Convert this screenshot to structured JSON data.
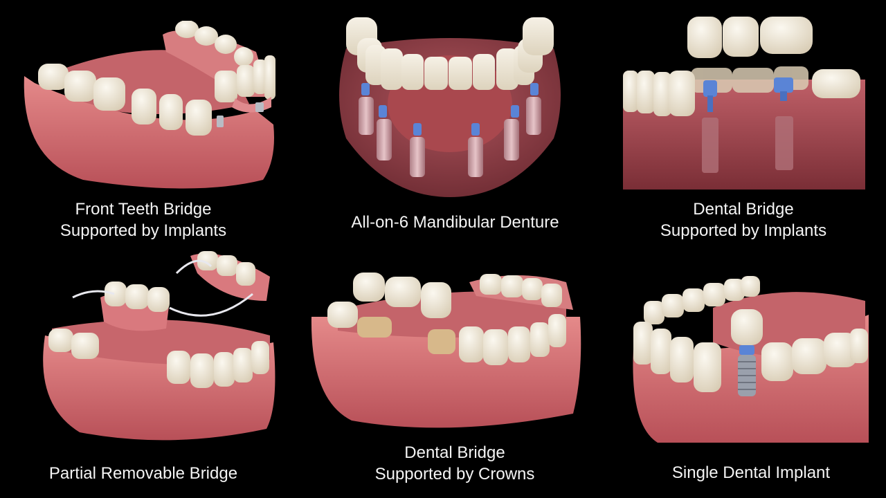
{
  "colors": {
    "background": "#000000",
    "gum": "#d9787a",
    "gum_dark": "#a84a50",
    "gum_translucent": "#9c4048",
    "tooth": "#efe8da",
    "tooth_shadow": "#cfc4ae",
    "implant_abutment": "#5a84d6",
    "implant_screw": "#c49aa0",
    "prepared_tooth": "#d7b88a",
    "caption_text": "#f4f4f4"
  },
  "panels": [
    {
      "id": "front-teeth-bridge",
      "illustration": "lower-jaw-with-front-bridge-on-two-implants",
      "caption": [
        "Front Teeth Bridge",
        "Supported by Implants"
      ]
    },
    {
      "id": "all-on-6",
      "illustration": "mandibular-denture-on-six-implants",
      "caption": [
        "All-on-6 Mandibular Denture"
      ]
    },
    {
      "id": "dental-bridge-implants",
      "illustration": "three-unit-bridge-above-two-implants",
      "caption": [
        "Dental Bridge",
        "Supported by Implants"
      ]
    },
    {
      "id": "partial-removable-bridge",
      "illustration": "lower-jaw-with-removable-partial-dentures-with-clasps",
      "caption": [
        "Partial Removable Bridge"
      ]
    },
    {
      "id": "dental-bridge-crowns",
      "illustration": "bridge-above-two-prepared-teeth",
      "caption": [
        "Dental Bridge",
        "Supported by Crowns"
      ]
    },
    {
      "id": "single-implant",
      "illustration": "single-crown-on-implant-in-lower-jaw",
      "caption": [
        "Single Dental Implant"
      ]
    }
  ]
}
